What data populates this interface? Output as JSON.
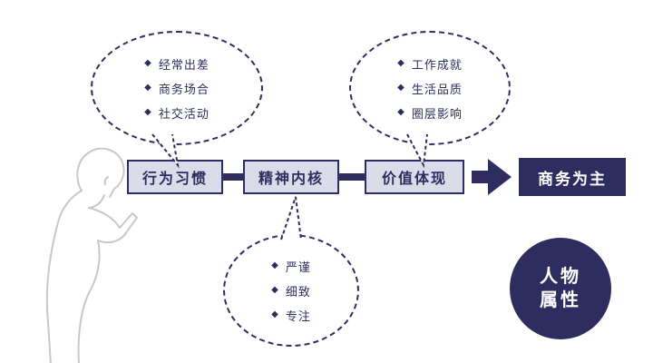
{
  "diagram": {
    "bullet": "◆",
    "boxes": [
      {
        "label": "行为习惯"
      },
      {
        "label": "精神内核"
      },
      {
        "label": "价值体现"
      }
    ],
    "result": {
      "label": "商务为主"
    },
    "circle": {
      "line1": "人物",
      "line2": "属性"
    },
    "bubbles": [
      {
        "items": [
          "经常出差",
          "商务场合",
          "社交活动"
        ]
      },
      {
        "items": [
          "工作成就",
          "生活品质",
          "圈层影响"
        ]
      },
      {
        "items": [
          "严谨",
          "细致",
          "专注"
        ]
      }
    ],
    "colors": {
      "navy": "#2d2e5f",
      "box_fill": "#dbdce9",
      "sketch_gray": "#c8c8c8"
    }
  }
}
